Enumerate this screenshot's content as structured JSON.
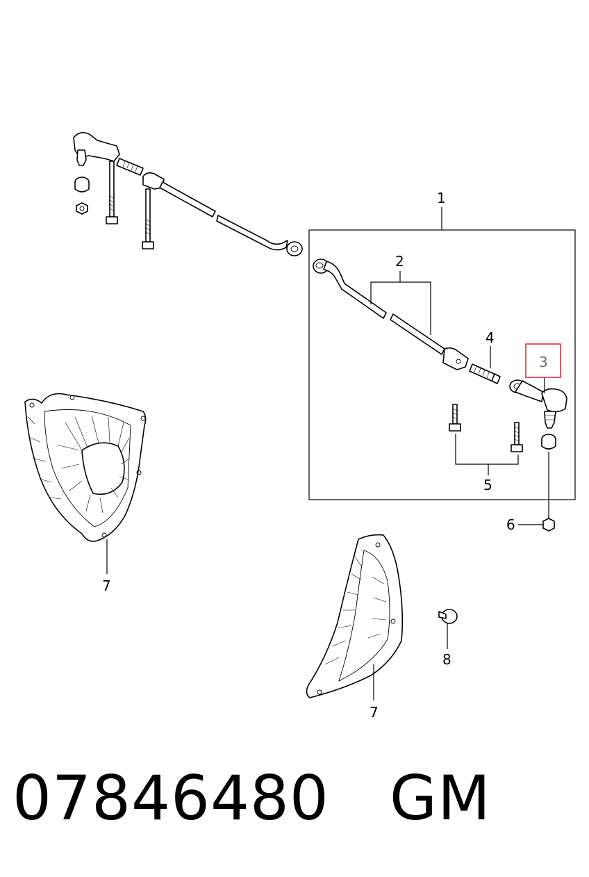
{
  "diagram": {
    "callouts": {
      "c1": "1",
      "c2": "2",
      "c3": "3",
      "c4": "4",
      "c5": "5",
      "c6": "6",
      "c7a": "7",
      "c7b": "7",
      "c8": "8"
    },
    "highlight": {
      "callout": "3",
      "color": "#e0303a"
    }
  },
  "footer": {
    "part_number": "07846480",
    "brand": "GM"
  }
}
